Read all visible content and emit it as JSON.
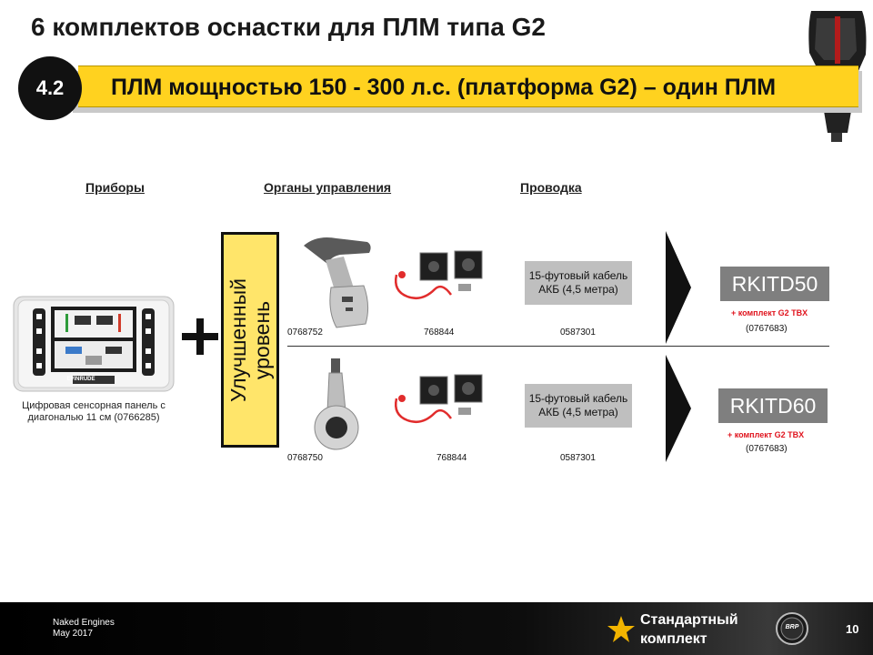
{
  "title": "6 комплектов оснастки для ПЛМ типа G2",
  "section": {
    "number": "4.2",
    "heading": "ПЛМ мощностью 150 - 300 л.с. (платформа G2) – один ПЛМ"
  },
  "columns": {
    "instruments": "Приборы",
    "controls": "Органы управления",
    "wiring": "Проводка"
  },
  "display": {
    "caption": "Цифровая сенсорная панель с диагональю 11 см (0766285)",
    "logo": "EVINRUDE"
  },
  "upgrade_label_line1": "Улучшенный",
  "upgrade_label_line2": "уровень",
  "rows": [
    {
      "control_part": "0768752",
      "switch_part": "768844",
      "cable_label": "15-футовый кабель АКБ (4,5 метра)",
      "cable_part": "0587301",
      "kit_name": "RKITD50",
      "kit_tbx": "+ комплект G2 TBX",
      "kit_tbx_part": "(0767683)"
    },
    {
      "control_part": "0768750",
      "switch_part": "768844",
      "cable_label": "15-футовый кабель АКБ (4,5 метра)",
      "cable_part": "0587301",
      "kit_name": "RKITD60",
      "kit_tbx": "+ комплект G2 TBX",
      "kit_tbx_part": "(0767683)"
    }
  ],
  "footer": {
    "line1": "Naked Engines",
    "line2": "May 2017",
    "standard_line1": "Стандартный",
    "standard_line2": "комплект",
    "brp_logo": "BRP",
    "page": "10"
  },
  "colors": {
    "banner": "#ffd21f",
    "upgrade": "#ffe56a",
    "kit_box": "#7f7f7f",
    "cable_box": "#bfbfbf",
    "tbx_text": "#e0141e",
    "star": "#f2b400"
  }
}
